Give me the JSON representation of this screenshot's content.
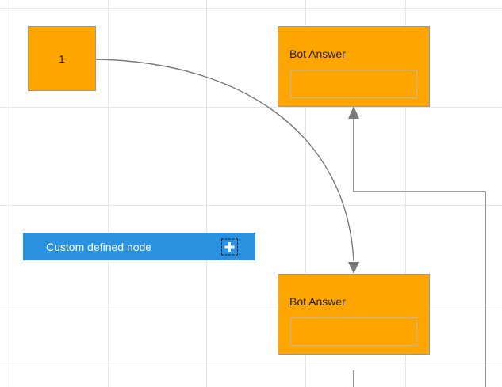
{
  "canvas": {
    "background_color": "#ffffff",
    "grid_color": "#e6e6e6",
    "grid_vertical_x": [
      12,
      136,
      260,
      385,
      511
    ],
    "grid_horizontal_y": [
      10,
      135,
      259,
      385,
      462
    ]
  },
  "palette": {
    "label": "Custom defined node",
    "add_icon": "plus-icon",
    "background_color": "#2a92e0",
    "text_color": "#ffffff"
  },
  "nodes": [
    {
      "id": "node-1",
      "type": "square-node",
      "label": "1",
      "fill_color": "#FFA500",
      "border_color": "#9a9a9a"
    },
    {
      "id": "bot-answer-top",
      "type": "bot-answer-node",
      "title": "Bot Answer",
      "field_value": "",
      "fill_color": "#FFA500",
      "border_color": "#9a9a9a",
      "field_border_color": "#b9b9b9"
    },
    {
      "id": "bot-answer-bottom",
      "type": "bot-answer-node",
      "title": "Bot Answer",
      "field_value": "",
      "fill_color": "#FFA500",
      "border_color": "#9a9a9a",
      "field_border_color": "#b9b9b9"
    }
  ],
  "connectors": [
    {
      "id": "curved-connector",
      "from": "node-1",
      "to": "bot-answer-bottom",
      "style": "curved",
      "arrow": "down",
      "color": "#7a7a7a"
    },
    {
      "id": "orthogonal-connector",
      "from": "bot-answer-bottom",
      "to": "bot-answer-top",
      "style": "orthogonal",
      "arrow": "up",
      "color": "#7a7a7a"
    }
  ]
}
